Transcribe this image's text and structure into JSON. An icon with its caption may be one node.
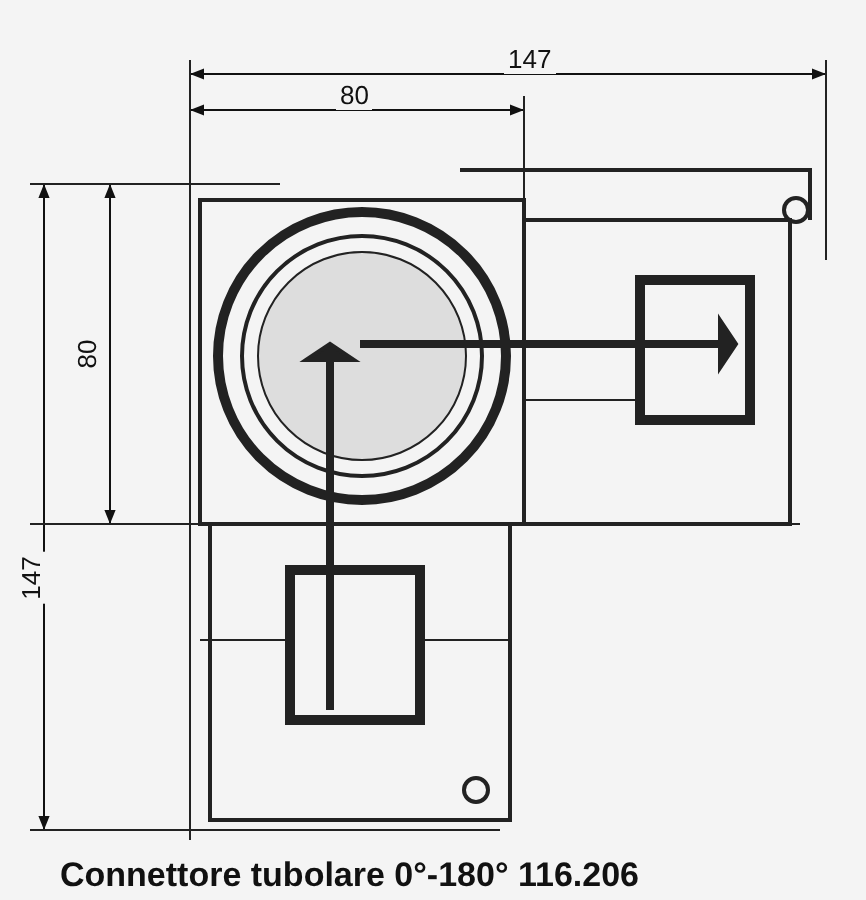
{
  "diagram": {
    "caption": "Connettore tubolare 0°-180° 116.206",
    "labels": [
      "147",
      "80",
      "80",
      "147"
    ]
  }
}
